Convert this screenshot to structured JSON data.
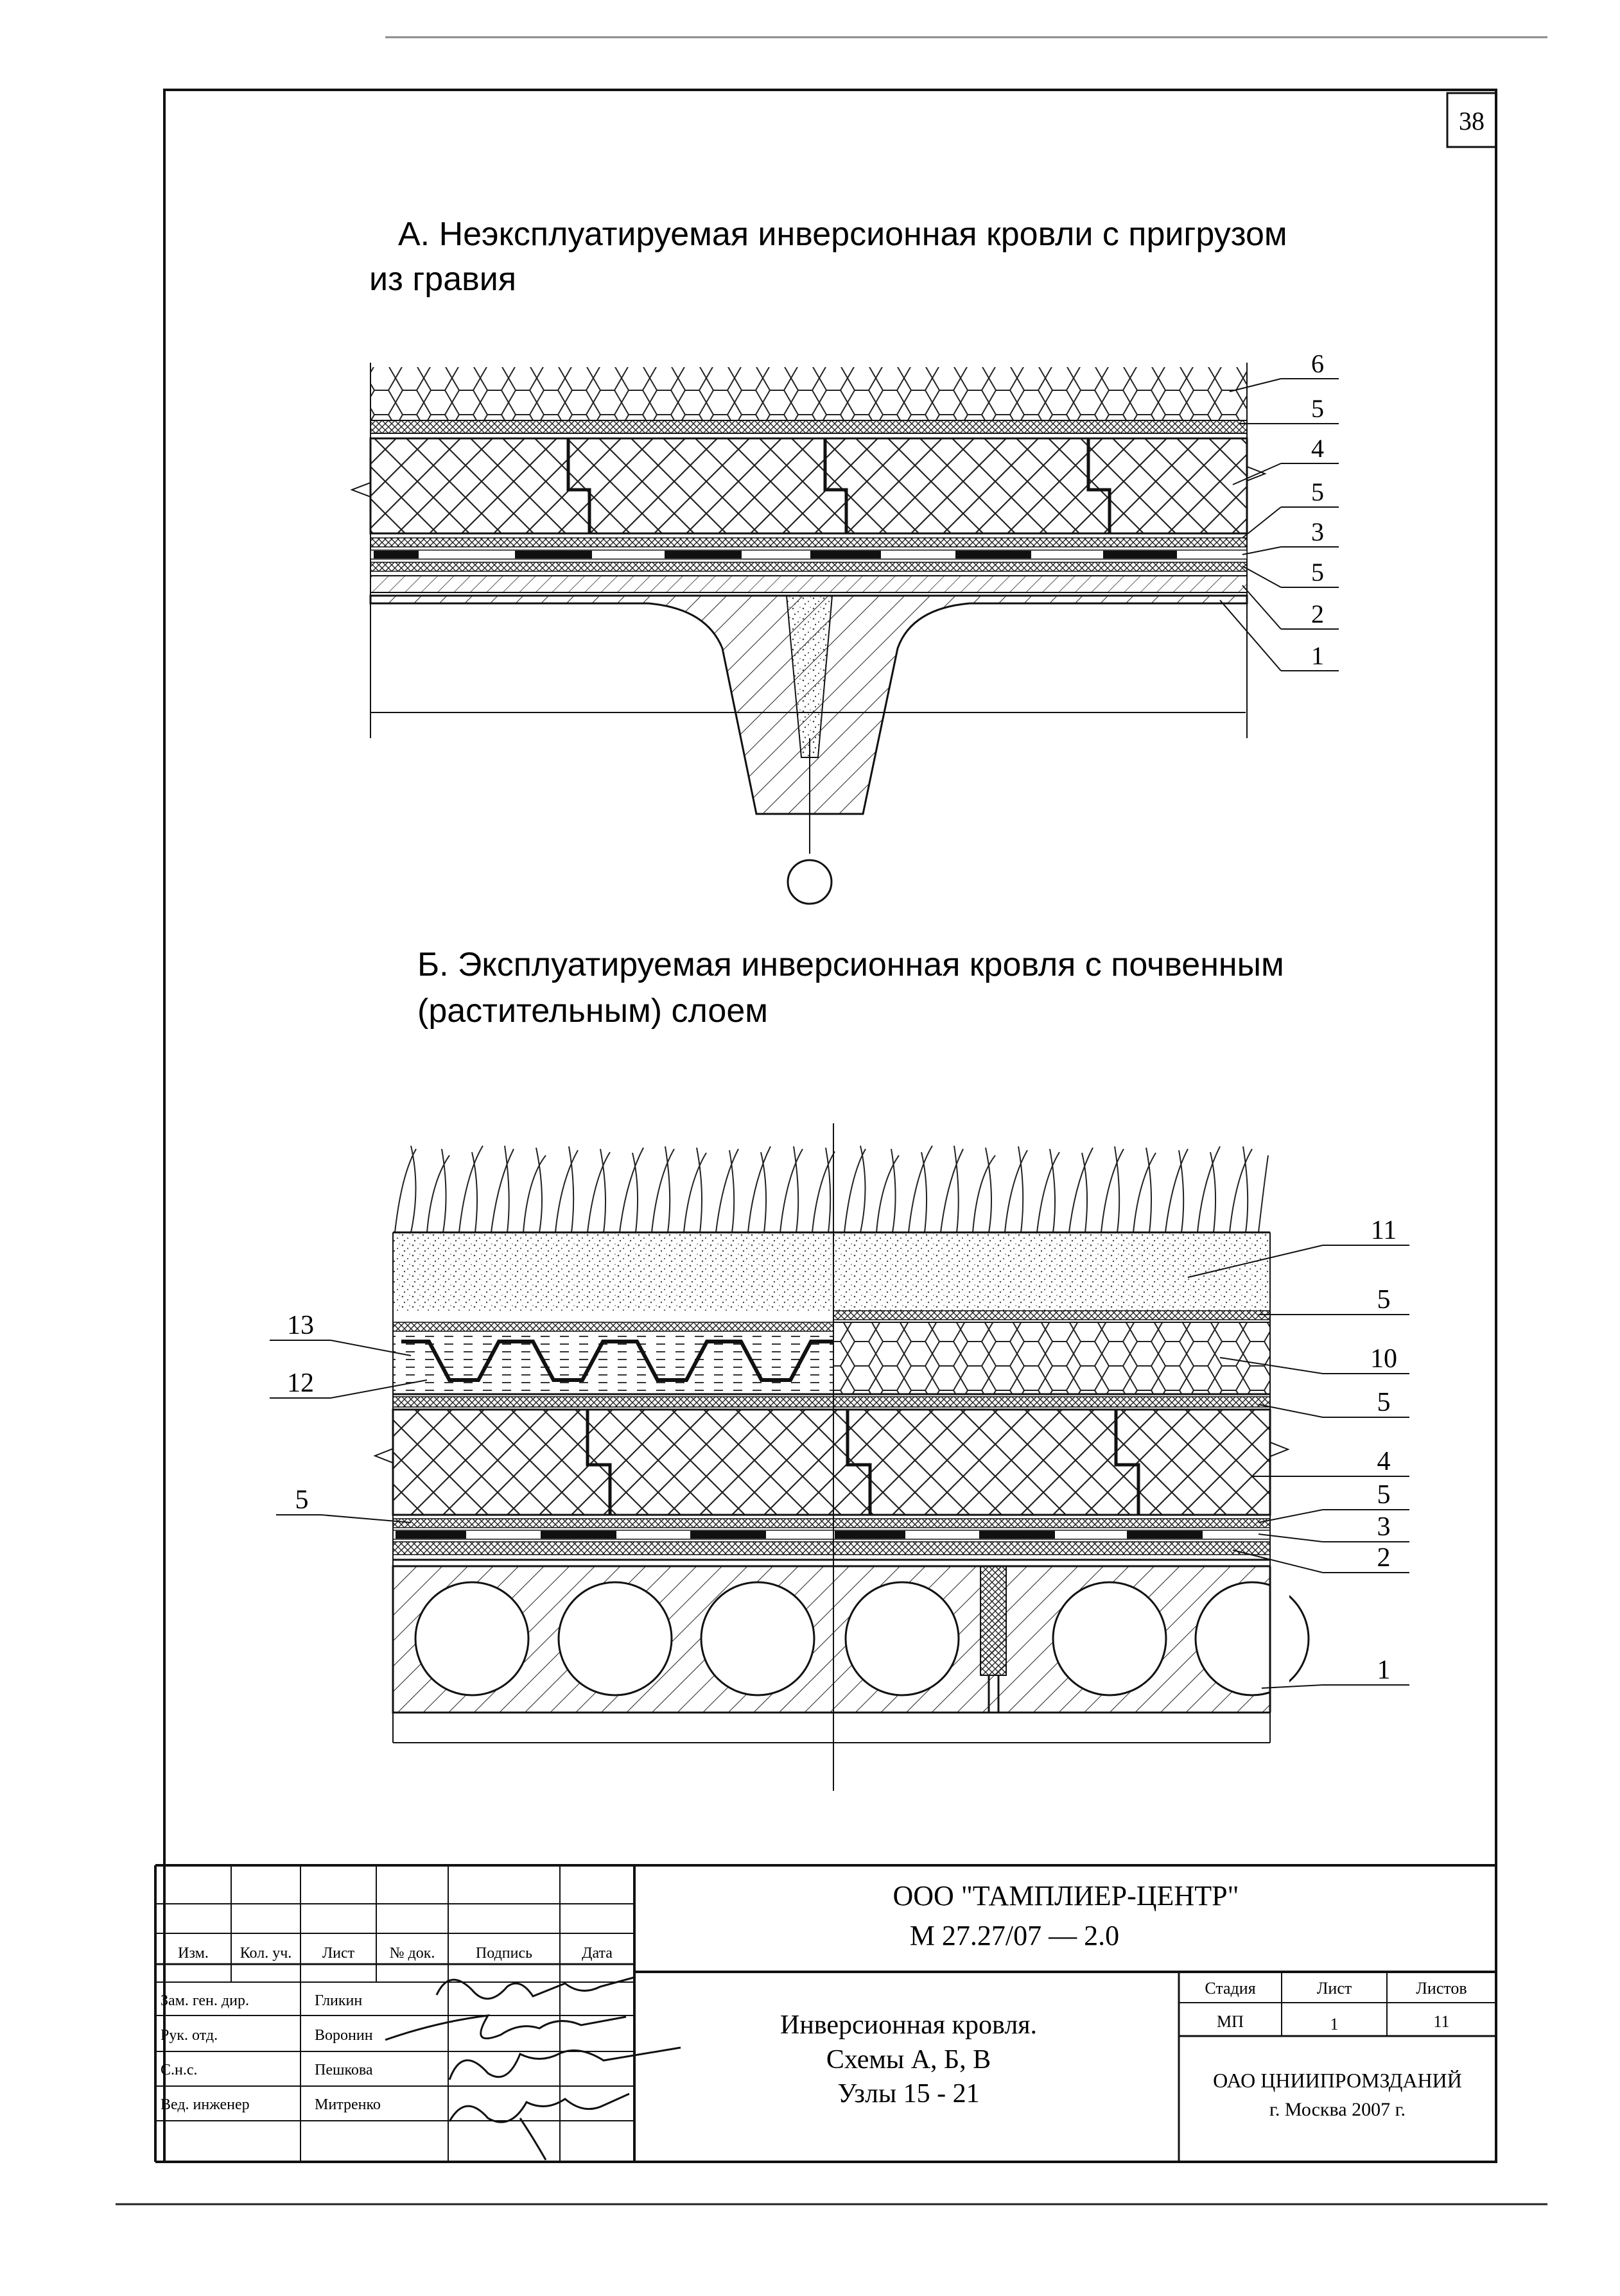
{
  "page_number": "38",
  "drawing_a": {
    "title_line1": "А. Неэксплуатируемая инверсионная кровли с пригрузом",
    "title_line2": "из гравия",
    "callouts": [
      "6",
      "5",
      "4",
      "5",
      "3",
      "5",
      "2",
      "1"
    ]
  },
  "drawing_b": {
    "title_line1": "Б. Эксплуатируемая инверсионная кровля с почвенным",
    "title_line2": "(растительным) слоем",
    "callouts_right": [
      "11",
      "5",
      "10",
      "5",
      "4",
      "5",
      "3",
      "2",
      "1"
    ],
    "callouts_left": [
      "13",
      "12",
      "5"
    ]
  },
  "title_block": {
    "company": "ООО \"ТАМПЛИЕР-ЦЕНТР\"",
    "doc_code": "М 27.27/07  —  2.0",
    "headers": [
      "Изм.",
      "Кол. уч.",
      "Лист",
      "№ док.",
      "Подпись",
      "Дата"
    ],
    "roles": [
      "Зам. ген. дир.",
      "Рук. отд.",
      "С.н.с.",
      "Вед. инженер"
    ],
    "names": [
      "Гликин",
      "Воронин",
      "Пешкова",
      "Митренко"
    ],
    "doc_title_line1": "Инверсионная кровля.",
    "doc_title_line2": "Схемы А, Б, В",
    "doc_title_line3": "Узлы 15 - 21",
    "stage_header": "Стадия",
    "sheet_header": "Лист",
    "sheets_header": "Листов",
    "stage": "МП",
    "sheet": "1",
    "sheets": "11",
    "org_line1": "ОАО ЦНИИПРОМЗДАНИЙ",
    "org_line2": "г. Москва 2007 г."
  }
}
